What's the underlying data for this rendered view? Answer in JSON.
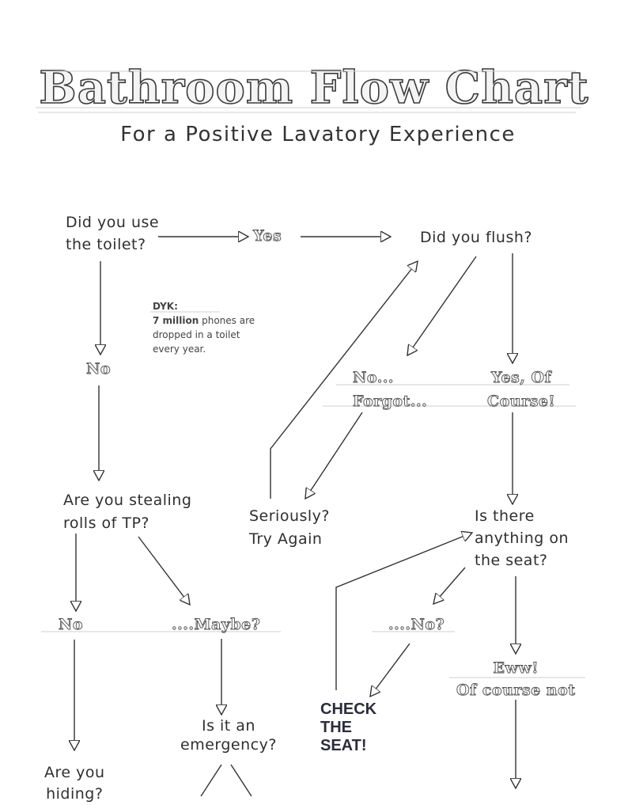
{
  "header": {
    "title": "Bathroom Flow Chart",
    "subtitle": "For a Positive Lavatory Experience"
  },
  "nodes": {
    "q_use_toilet": [
      "Did you use",
      "the toilet?"
    ],
    "a_yes": "Yes",
    "q_flush": "Did you flush?",
    "a_no_1": "No",
    "fact": {
      "heading": "DYK:",
      "highlight": "7 million",
      "line1_rest": " phones are",
      "line2": "dropped in a toilet",
      "line3": "every year."
    },
    "a_no_forgot": [
      "No...",
      "Forgot..."
    ],
    "a_yes_course": [
      "Yes, Of",
      "Course!"
    ],
    "q_stealing": [
      "Are you stealing",
      "rolls of TP?"
    ],
    "seriously": [
      "Seriously?",
      "Try Again"
    ],
    "q_seat": [
      "Is there",
      "anything on",
      "the seat?"
    ],
    "a_no_2": "No",
    "a_maybe": "....Maybe?",
    "a_no_q": "....No?",
    "a_eww": [
      "Eww!",
      "Of course not"
    ],
    "q_emergency": [
      "Is it an",
      "emergency?"
    ],
    "check_seat": [
      "CHECK",
      "THE",
      "SEAT!"
    ],
    "q_hiding": [
      "Are you",
      "hiding?"
    ]
  }
}
